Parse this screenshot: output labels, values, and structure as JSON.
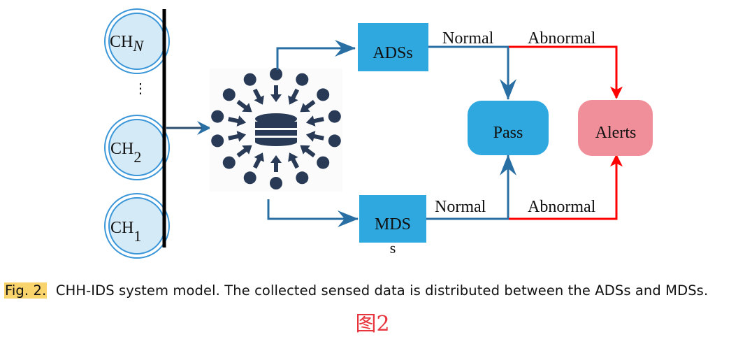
{
  "colors": {
    "box_blue": "#2fa8df",
    "alert_pink": "#f08f9a",
    "ch_fill": "#d5eaf7",
    "ch_stroke": "#3a96d8",
    "flow_blue": "#2a6fa4",
    "abnormal_red": "#ff0000",
    "hub_navy": "#283a55",
    "caption_highlight": "#f9d36b",
    "cn_label_red": "#e8343c"
  },
  "channels": [
    {
      "id": "ch-n",
      "base": "CH",
      "sub": "N",
      "sub_italic": true
    },
    {
      "id": "ch-2",
      "base": "CH",
      "sub": "2",
      "sub_italic": false
    },
    {
      "id": "ch-1",
      "base": "CH",
      "sub": "1",
      "sub_italic": false
    }
  ],
  "ellipsis": "⋮",
  "hub": {
    "icon": "database-hub-icon",
    "spokes": 14
  },
  "nodes": {
    "ads": {
      "label": "ADSs"
    },
    "mds": {
      "label": "MDS",
      "overflow": "s"
    },
    "pass": {
      "label": "Pass"
    },
    "alerts": {
      "label": "Alerts"
    }
  },
  "edges": {
    "ads_normal": "Normal",
    "ads_abnormal": "Abnormal",
    "mds_normal": "Normal",
    "mds_abnormal": "Abnormal"
  },
  "caption": {
    "fig_label": "Fig. 2.",
    "text": "CHH-IDS system model. The collected sensed data is distributed between the ADSs and MDSs."
  },
  "cn_label": "图2"
}
